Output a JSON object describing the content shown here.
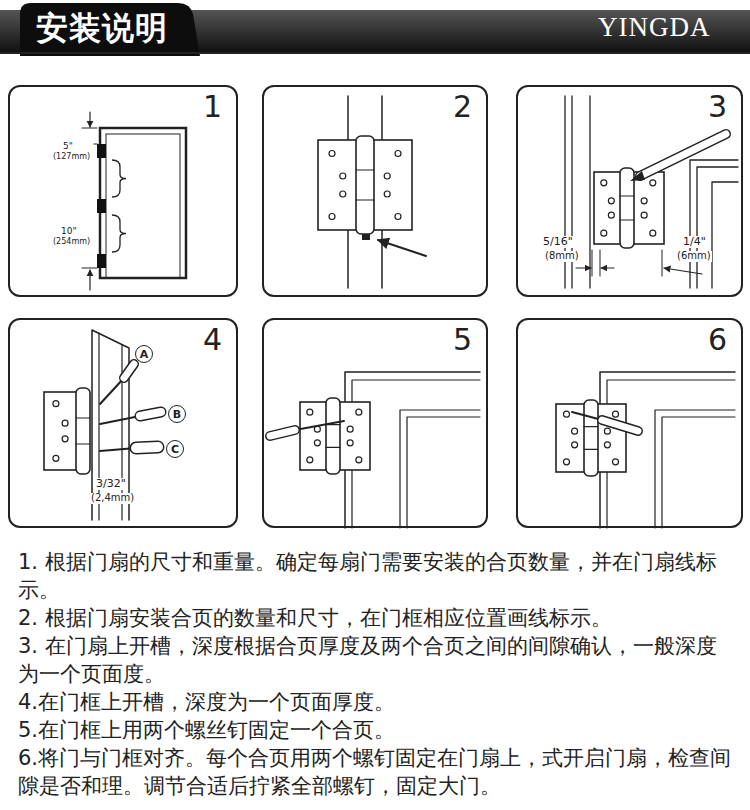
{
  "diagram": {
    "title": "安装说明",
    "nodes": [
      {
        "text": [
          "1"
        ]
      },
      {
        "text": [
          "2"
        ]
      },
      {
        "text": [
          "3"
        ]
      },
      {
        "text": [
          "4"
        ]
      },
      {
        "text": [
          "5"
        ]
      },
      {
        "text": [
          "6"
        ]
      },
      {
        "text": [
          "A"
        ],
        "in": 3
      },
      {
        "text": [
          "B"
        ],
        "in": 3
      },
      {
        "text": [
          "C"
        ],
        "in": 3
      }
    ],
    "labels": [
      "YINGDA",
      "5\"",
      "(127mm)",
      "10\"",
      "(254mm)",
      "5/16\"",
      "(8mm)",
      "1/4\"",
      "(6mm)",
      "3/32\"",
      "(2,4mm)",
      "1. 根据门扇的尺寸和重量。确定每扇门需要安装的合页数量，并在门扇线标示。",
      "2. 根据门扇安装合页的数量和尺寸，在门框相应位置画线标示。",
      "3. 在门扇上开槽，深度根据合页厚度及两个合页之间的间隙确认，一般深度为一个页面度。",
      "4.在门框上开槽，深度为一个页面厚度。",
      "5.在门框上用两个螺丝钉固定一个合页。",
      "6.将门与门框对齐。每个合页用两个螺钉固定在门扇上，式开启门扇，检查间隙是否和理。调节合适后拧紧全部螺钉，固定大门。"
    ]
  }
}
